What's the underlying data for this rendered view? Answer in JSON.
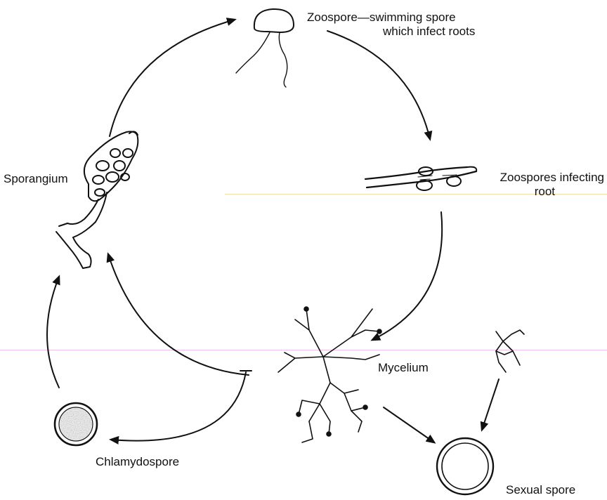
{
  "diagram": {
    "stages": {
      "zoospore": {
        "line1": "Zoospore—swimming spore",
        "line2": "which infect roots"
      },
      "infecting": {
        "line1": "Zoospores infecting",
        "line2": "root"
      },
      "mycelium": {
        "label": "Mycelium"
      },
      "sporangium": {
        "label": "Sporangium"
      },
      "chlamydospore": {
        "label": "Chlamydospore"
      },
      "sexual_spore": {
        "label": "Sexual spore"
      }
    },
    "colors": {
      "ink": "#111111",
      "stipple": "#333333",
      "guide_yellow": "#f3dcaa",
      "guide_pink": "#eec0ee"
    }
  }
}
